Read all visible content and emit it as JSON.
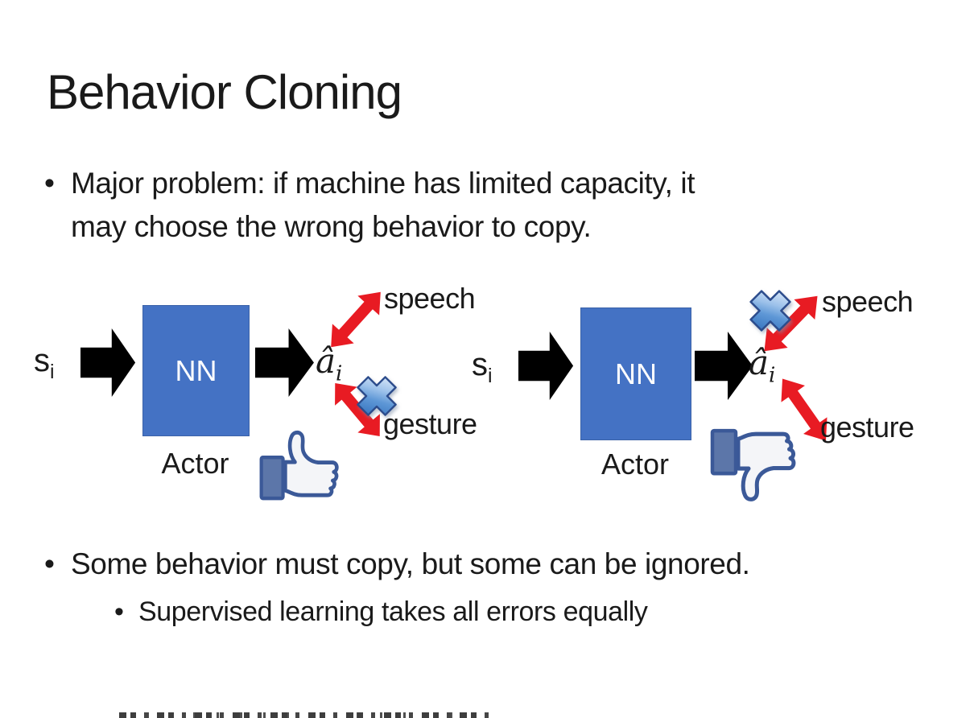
{
  "slide": {
    "title": "Behavior Cloning",
    "bullet_glyph": "•",
    "bullet1_line1": "Major problem: if machine has limited capacity, it",
    "bullet1_line2": "may choose the wrong behavior to copy.",
    "bullet2": "Some behavior must copy, but some can be ignored.",
    "sub_bullet": "Supervised learning takes all errors equally"
  },
  "diagrams": [
    {
      "input_label": "s",
      "input_subscript": "i",
      "nn_label": "NN",
      "output_label": "â",
      "output_subscript": "i",
      "speech_label": "speech",
      "gesture_label": "gesture",
      "actor_label": "Actor",
      "crossed_out_action": "gesture",
      "feedback_icon": "thumbs-up"
    },
    {
      "input_label": "s",
      "input_subscript": "i",
      "nn_label": "NN",
      "output_label": "â",
      "output_subscript": "i",
      "speech_label": "speech",
      "gesture_label": "gesture",
      "actor_label": "Actor",
      "crossed_out_action": "speech",
      "feedback_icon": "thumbs-down"
    }
  ],
  "colors": {
    "nn_box_fill": "#4472C4",
    "nn_box_text": "#FFFFFF",
    "block_arrow": "#000000",
    "relation_arrow_red": "#E81B23",
    "cross_mark_blue": "#4E86D8",
    "thumb_outline_blue": "#3B5998",
    "thumb_cuff_fill": "#5C76A9",
    "text_color": "#1A1A1A"
  }
}
